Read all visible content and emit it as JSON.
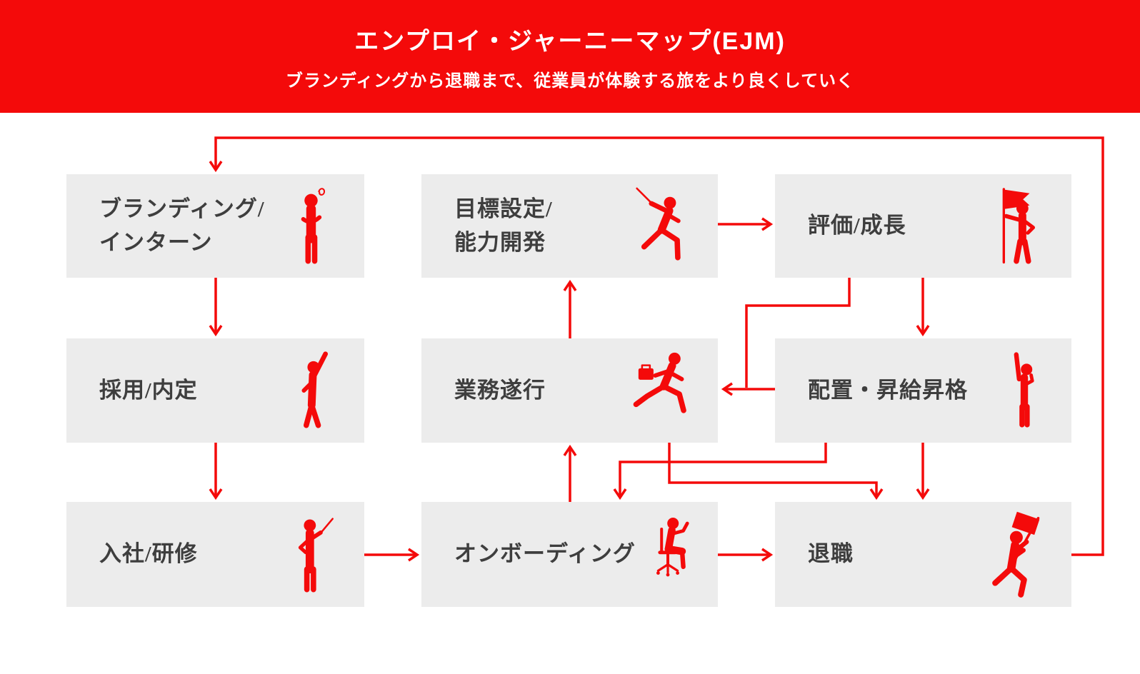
{
  "header": {
    "title": "エンプロイ・ジャーニーマップ(EJM)",
    "subtitle": "ブランディングから退職まで、従業員が体験する旅をより良くしていく",
    "background_color": "#f40a0a",
    "text_color": "#ffffff"
  },
  "diagram": {
    "accent_color": "#f40a0a",
    "node_background_color": "#ececec",
    "node_text_color": "#3e3e3e",
    "nodes": [
      {
        "id": "branding",
        "label": "ブランディング/\nインターン",
        "icon": "thinking-person-icon"
      },
      {
        "id": "goal",
        "label": "目標設定/\n能力開発",
        "icon": "fencing-person-icon"
      },
      {
        "id": "evaluation",
        "label": "評価/成長",
        "icon": "flag-standing-person-icon"
      },
      {
        "id": "recruit",
        "label": "採用/内定",
        "icon": "hand-raised-person-icon"
      },
      {
        "id": "execution",
        "label": "業務遂行",
        "icon": "running-person-icon"
      },
      {
        "id": "placement",
        "label": "配置・昇給昇格",
        "icon": "arm-up-person-icon"
      },
      {
        "id": "joining",
        "label": "入社/研修",
        "icon": "teacher-person-icon"
      },
      {
        "id": "onboarding",
        "label": "オンボーディング",
        "icon": "sitting-person-icon"
      },
      {
        "id": "retirement",
        "label": "退職",
        "icon": "marching-flag-person-icon"
      }
    ],
    "edges": [
      {
        "from": "retirement",
        "to": "branding"
      },
      {
        "from": "branding",
        "to": "recruit"
      },
      {
        "from": "recruit",
        "to": "joining"
      },
      {
        "from": "joining",
        "to": "onboarding"
      },
      {
        "from": "onboarding",
        "to": "retirement"
      },
      {
        "from": "onboarding",
        "to": "execution"
      },
      {
        "from": "execution",
        "to": "goal"
      },
      {
        "from": "goal",
        "to": "evaluation"
      },
      {
        "from": "evaluation",
        "to": "placement"
      },
      {
        "from": "evaluation",
        "to": "execution"
      },
      {
        "from": "placement",
        "to": "execution"
      },
      {
        "from": "placement",
        "to": "onboarding"
      },
      {
        "from": "execution",
        "to": "retirement"
      },
      {
        "from": "placement",
        "to": "retirement"
      }
    ]
  }
}
